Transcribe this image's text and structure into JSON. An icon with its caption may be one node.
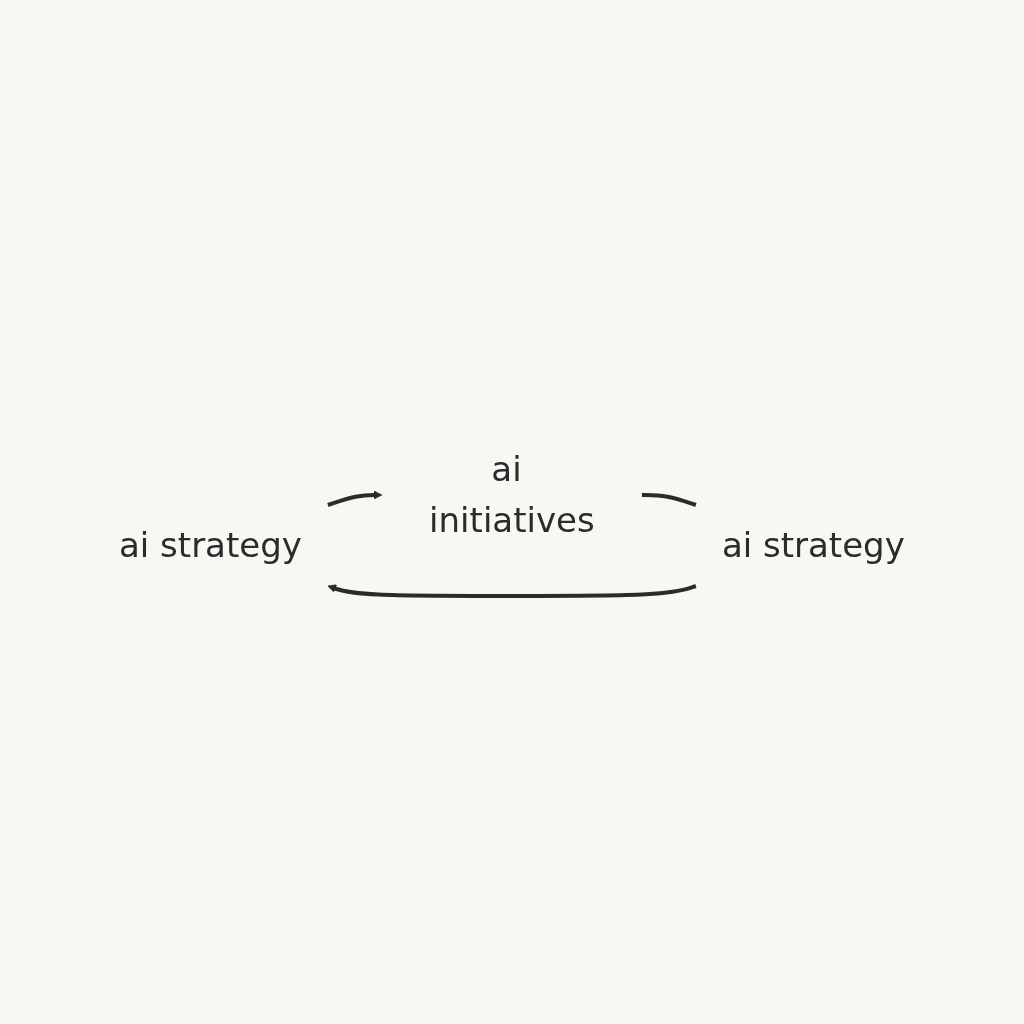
{
  "diagram": {
    "nodes": [
      {
        "text": [
          "ai strategy"
        ]
      },
      {
        "text": [
          "ai initiatives"
        ]
      },
      {
        "text": [
          "ai strategy"
        ]
      }
    ],
    "edges": [
      {
        "from": 0,
        "to": 1,
        "arrow": "to"
      },
      {
        "from": 1,
        "to": 2,
        "arrow": "none"
      },
      {
        "from": 2,
        "to": 0,
        "arrow": "to"
      }
    ]
  }
}
